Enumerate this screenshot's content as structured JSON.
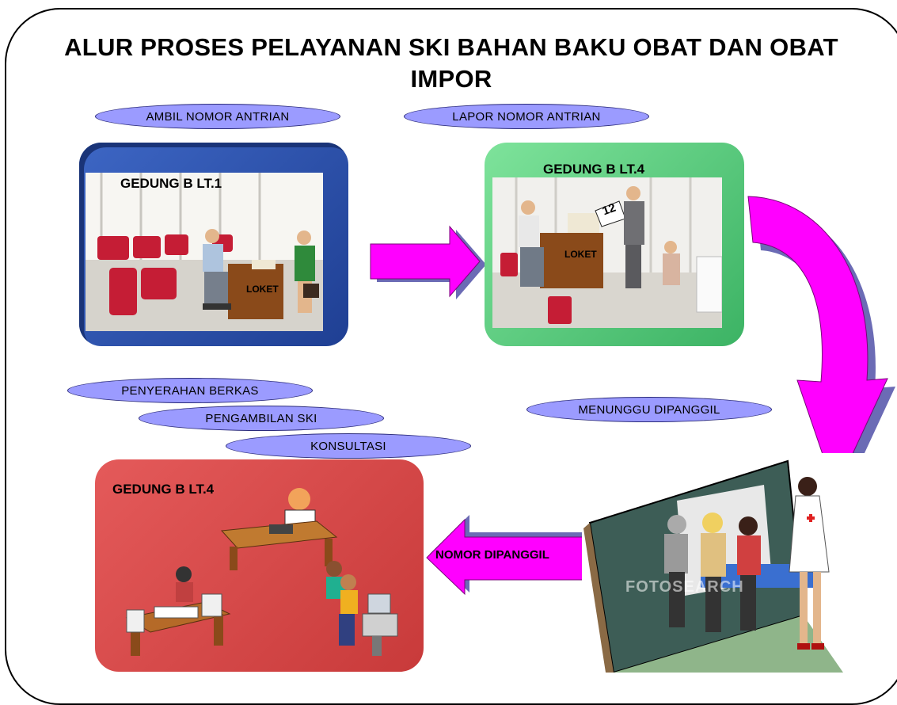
{
  "title": "ALUR PROSES PELAYANAN SKI BAHAN BAKU OBAT DAN OBAT IMPOR",
  "steps": {
    "ambil": "AMBIL NOMOR ANTRIAN",
    "lapor": "LAPOR NOMOR ANTRIAN",
    "menunggu": "MENUNGGU DIPANGGIL",
    "penyerahan": "PENYERAHAN BERKAS",
    "pengambilan": "PENGAMBILAN SKI",
    "konsultasi": "KONSULTASI",
    "nomor_dipanggil": "NOMOR DIPANGGIL"
  },
  "locations": {
    "lt1": "GEDUNG B LT.1",
    "lt4_top": "GEDUNG B LT.4",
    "lt4_bottom": "GEDUNG B LT.4"
  },
  "counter_label_1": "LOKET",
  "counter_label_2": "LOKET",
  "ticket_number": "12",
  "watermark": "FOTOSEARCH",
  "colors": {
    "pill_fill": "#9b9bff",
    "arrow_fill": "#ff00ff",
    "box_lt1": "#2a50a8",
    "box_lt4_top": "#55c77a",
    "box_lt4_bottom": "#d94c4c"
  },
  "icons": [
    "waiting-room-photo",
    "office-counter-photo",
    "office-workers-clipart",
    "waiting-patients-clipart",
    "right-arrow",
    "curved-arrow",
    "left-arrow"
  ]
}
